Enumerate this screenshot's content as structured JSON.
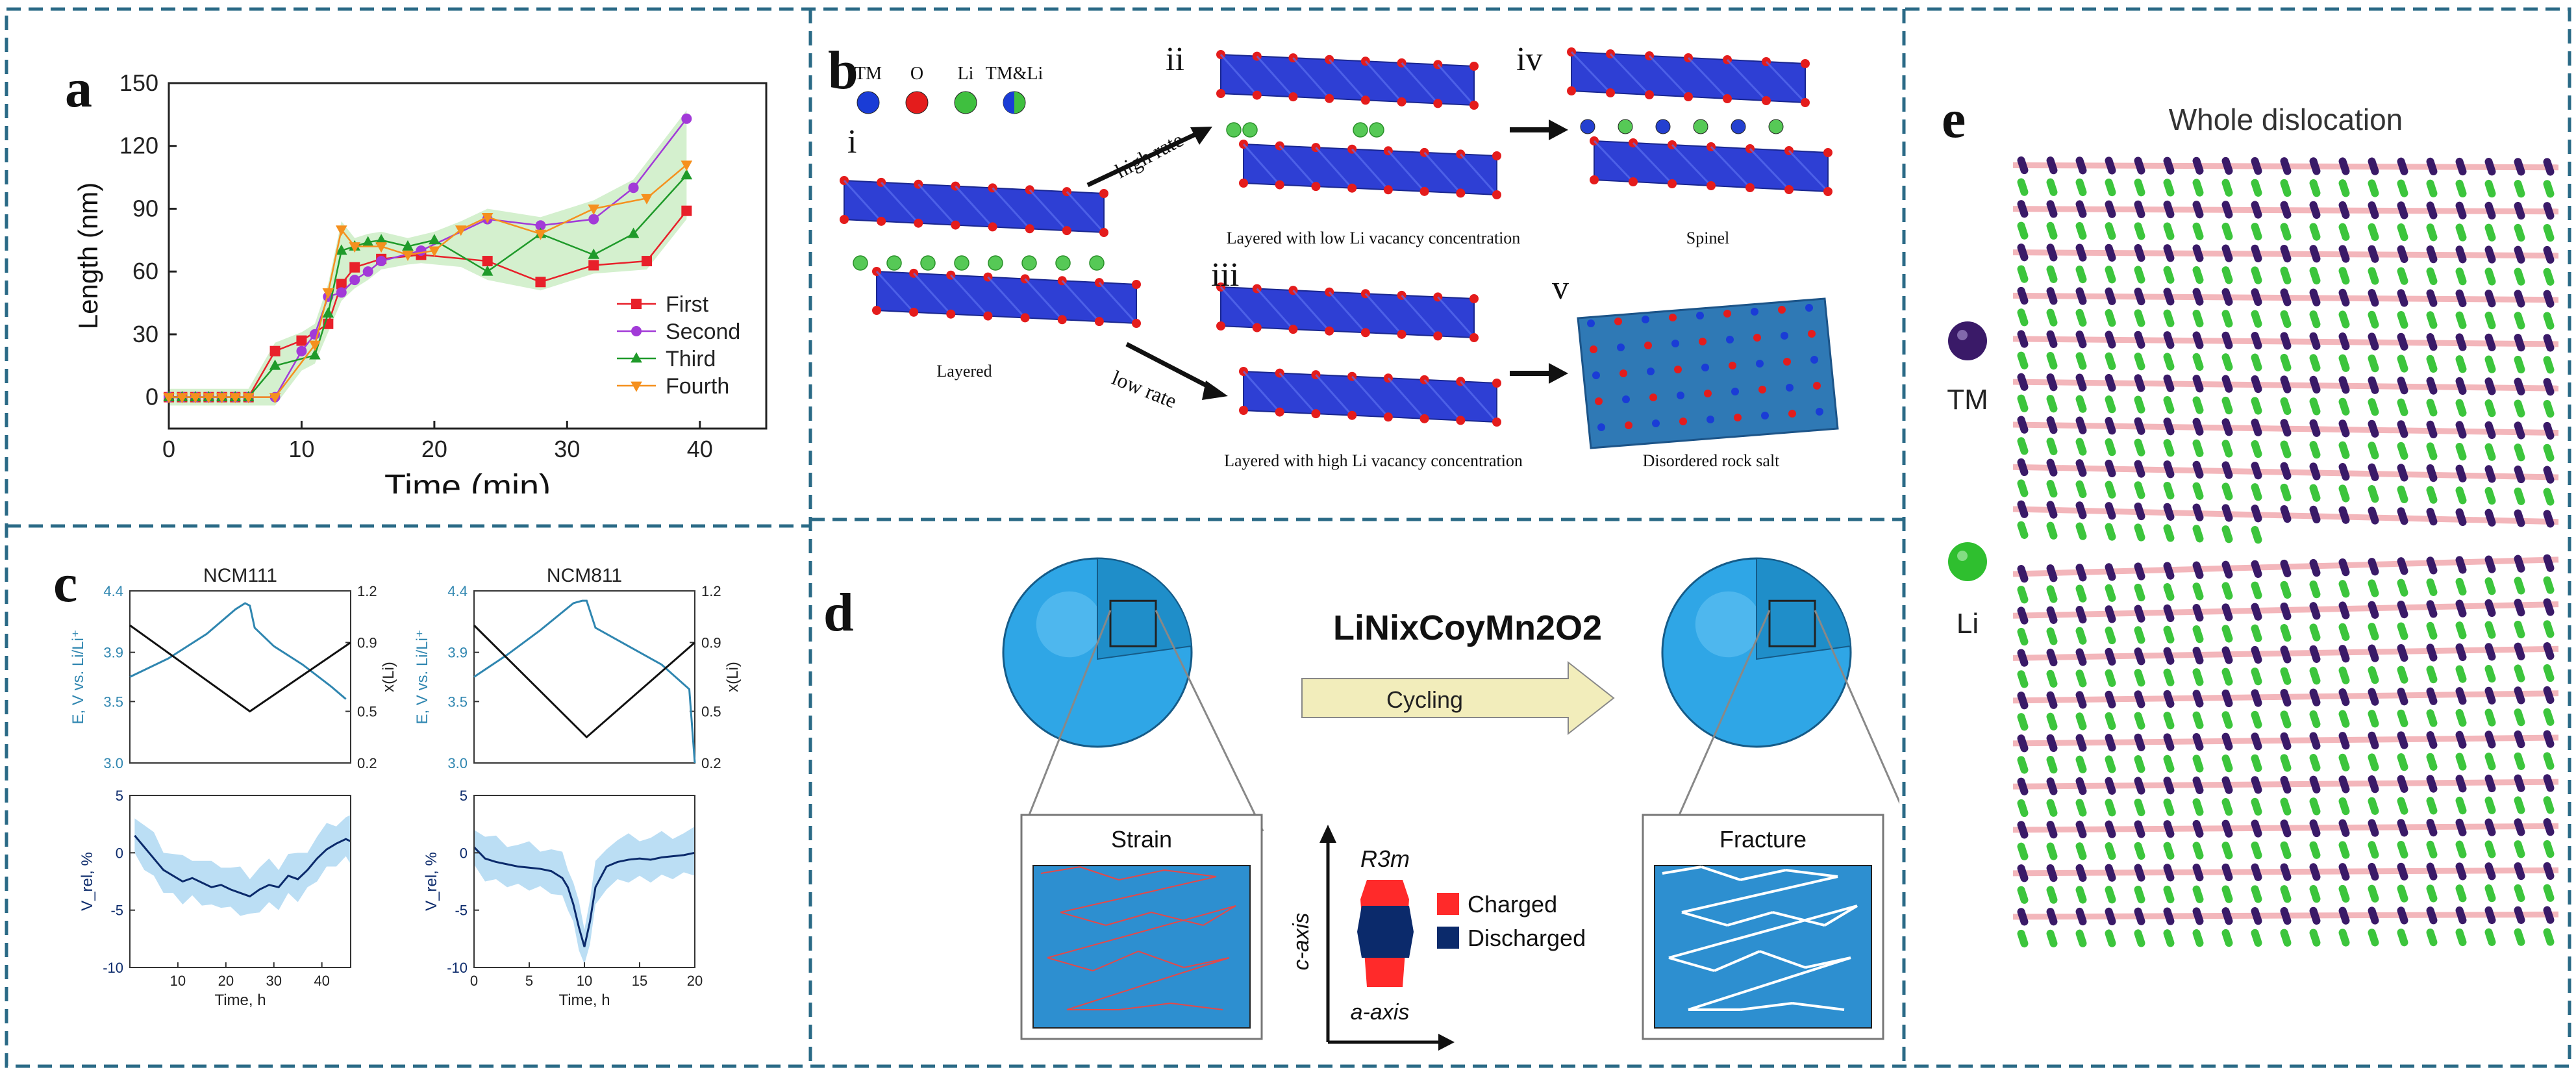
{
  "panels": {
    "a": {
      "letter": "a"
    },
    "b": {
      "letter": "b",
      "legend": [
        "TM",
        "O",
        "Li",
        "TM&Li"
      ],
      "roman": [
        "i",
        "ii",
        "iii",
        "iv",
        "v"
      ],
      "arrow_high": "high rate",
      "arrow_low": "low rate",
      "captions": {
        "layered": "Layered",
        "low_vac": "Layered with low Li vacancy concentration",
        "high_vac": "Layered with high Li vacancy concentration",
        "spinel": "Spinel",
        "rocksalt": "Disordered rock salt"
      }
    },
    "c": {
      "letter": "c",
      "left_title": "NCM111",
      "right_title": "NCM811",
      "ylabel_e": "E, V vs. Li/Li⁺",
      "ylabel_x": "x(Li)",
      "ylabel_v": "V_rel, %",
      "xlabel": "Time, h"
    },
    "d": {
      "letter": "d",
      "formula": "LiNixCoyMn2O2",
      "arrow_label": "Cycling",
      "strain": "Strain",
      "fracture": "Fracture",
      "phase": "R3m",
      "c_axis": "c-axis",
      "a_axis": "a-axis",
      "legend": [
        {
          "label": "Charged",
          "color": "#ff2a2a"
        },
        {
          "label": "Discharged",
          "color": "#0b2a6b"
        }
      ]
    },
    "e": {
      "letter": "e",
      "title": "Whole dislocation",
      "tm": "TM",
      "li": "Li"
    }
  },
  "chart_data": [
    {
      "type": "line",
      "xlabel": "Time (min)",
      "ylabel": "Length (nm)",
      "xlim": [
        0,
        45
      ],
      "ylim": [
        -15,
        150
      ],
      "xticks": [
        0,
        10,
        20,
        30,
        40
      ],
      "yticks": [
        0,
        30,
        60,
        90,
        120,
        150
      ],
      "legend_position": "bottom-right",
      "series": [
        {
          "name": "First",
          "color": "#e8202a",
          "marker": "square",
          "x": [
            0,
            1,
            2,
            3,
            4,
            5,
            6,
            8,
            10,
            12,
            13,
            14,
            16,
            19,
            24,
            28,
            32,
            36,
            39
          ],
          "y": [
            0,
            0,
            0,
            0,
            0,
            0,
            0,
            22,
            27,
            35,
            54,
            62,
            66,
            68,
            65,
            55,
            63,
            65,
            89
          ]
        },
        {
          "name": "Second",
          "color": "#a23ad8",
          "marker": "circle",
          "x": [
            0,
            1,
            2,
            3,
            4,
            5,
            6,
            8,
            10,
            11,
            12,
            13,
            14,
            15,
            16,
            19,
            24,
            28,
            32,
            35,
            39
          ],
          "y": [
            0,
            0,
            0,
            0,
            0,
            0,
            0,
            0,
            22,
            30,
            48,
            50,
            56,
            60,
            65,
            70,
            85,
            82,
            85,
            100,
            133
          ]
        },
        {
          "name": "Third",
          "color": "#1f9a2a",
          "marker": "triangle",
          "x": [
            0,
            1,
            2,
            3,
            4,
            5,
            6,
            8,
            11,
            12,
            13,
            14,
            15,
            16,
            18,
            20,
            24,
            28,
            32,
            35,
            39
          ],
          "y": [
            0,
            0,
            0,
            0,
            0,
            0,
            0,
            15,
            20,
            40,
            70,
            72,
            74,
            75,
            72,
            75,
            60,
            78,
            68,
            78,
            106
          ]
        },
        {
          "name": "Fourth",
          "color": "#f5901e",
          "marker": "triangle-down",
          "x": [
            0,
            1,
            2,
            3,
            4,
            5,
            6,
            8,
            11,
            12,
            13,
            14,
            16,
            18,
            20,
            22,
            24,
            28,
            32,
            36,
            39
          ],
          "y": [
            0,
            0,
            0,
            0,
            0,
            0,
            0,
            0,
            25,
            50,
            80,
            72,
            72,
            68,
            70,
            80,
            86,
            78,
            90,
            95,
            111
          ]
        }
      ]
    },
    {
      "type": "line",
      "title": "NCM111",
      "xlabel": "Time, h",
      "ylabel": "E, V vs. Li/Li⁺",
      "y2label": "x(Li)",
      "xlim": [
        0,
        46
      ],
      "ylim": [
        3.0,
        4.4
      ],
      "y2lim": [
        0.2,
        1.2
      ],
      "yticks": [
        3.0,
        3.5,
        3.9,
        4.4
      ],
      "y2ticks": [
        0.2,
        0.5,
        0.9,
        1.2
      ],
      "series": [
        {
          "name": "E",
          "axis": "y",
          "color": "#2f86b0",
          "x": [
            0,
            8,
            16,
            22,
            24,
            25,
            26,
            30,
            36,
            42,
            45
          ],
          "y": [
            3.7,
            3.85,
            4.05,
            4.25,
            4.3,
            4.28,
            4.1,
            3.95,
            3.8,
            3.62,
            3.52
          ]
        },
        {
          "name": "x(Li)",
          "axis": "y2",
          "color": "#111111",
          "x": [
            0,
            25,
            46
          ],
          "y": [
            1.0,
            0.5,
            0.9
          ]
        }
      ]
    },
    {
      "type": "line",
      "title": "NCM811",
      "xlabel": "Time, h",
      "ylabel": "E, V vs. Li/Li⁺",
      "y2label": "x(Li)",
      "xlim": [
        0,
        20
      ],
      "ylim": [
        3.0,
        4.4
      ],
      "y2lim": [
        0.2,
        1.2
      ],
      "yticks": [
        3.0,
        3.5,
        3.9,
        4.4
      ],
      "y2ticks": [
        0.2,
        0.5,
        0.9,
        1.2
      ],
      "series": [
        {
          "name": "E",
          "axis": "y",
          "color": "#2f86b0",
          "x": [
            0,
            3,
            6,
            9,
            9.8,
            10.2,
            11,
            14,
            17,
            19.5,
            20
          ],
          "y": [
            3.7,
            3.88,
            4.08,
            4.3,
            4.32,
            4.32,
            4.1,
            3.95,
            3.8,
            3.6,
            3.0
          ]
        },
        {
          "name": "x(Li)",
          "axis": "y2",
          "color": "#111111",
          "x": [
            0,
            10.2,
            20
          ],
          "y": [
            1.0,
            0.35,
            0.9
          ]
        }
      ]
    },
    {
      "type": "area",
      "xlabel": "Time, h",
      "ylabel": "V_rel, %",
      "xlim": [
        0,
        46
      ],
      "ylim": [
        -10,
        5
      ],
      "xticks": [
        10,
        20,
        30,
        40
      ],
      "yticks": [
        -10,
        -5,
        0,
        5
      ],
      "series": [
        {
          "name": "V_rel",
          "color": "#0b2a6b",
          "band_color": "#9ed0ef",
          "x": [
            1,
            3,
            5,
            7,
            9,
            11,
            13,
            15,
            17,
            19,
            21,
            23,
            25,
            27,
            29,
            31,
            33,
            35,
            37,
            39,
            41,
            43,
            45,
            46
          ],
          "y": [
            1.5,
            0.5,
            -0.5,
            -1.5,
            -2.0,
            -2.5,
            -2.2,
            -2.6,
            -3.0,
            -2.8,
            -3.2,
            -3.5,
            -3.8,
            -3.2,
            -2.8,
            -3.0,
            -2.0,
            -2.3,
            -1.5,
            -0.5,
            0.3,
            0.8,
            1.2,
            1.0
          ]
        }
      ]
    },
    {
      "type": "area",
      "xlabel": "Time, h",
      "ylabel": "V_rel, %",
      "xlim": [
        0,
        20
      ],
      "ylim": [
        -10,
        5
      ],
      "xticks": [
        0,
        5,
        10,
        15,
        20
      ],
      "yticks": [
        -10,
        -5,
        0,
        5
      ],
      "series": [
        {
          "name": "V_rel",
          "color": "#0b2a6b",
          "band_color": "#9ed0ef",
          "x": [
            0,
            1,
            2,
            3,
            4,
            5,
            6,
            7,
            8,
            8.5,
            9,
            9.5,
            10,
            10.5,
            11,
            12,
            13,
            14,
            15,
            16,
            17,
            18,
            19,
            20
          ],
          "y": [
            0.5,
            -0.5,
            -0.8,
            -1.0,
            -1.2,
            -1.3,
            -1.4,
            -1.6,
            -2.2,
            -3.0,
            -4.5,
            -6.5,
            -8.2,
            -6.0,
            -3.0,
            -1.2,
            -0.8,
            -0.6,
            -0.5,
            -0.6,
            -0.4,
            -0.3,
            -0.2,
            0.0
          ]
        }
      ]
    }
  ]
}
